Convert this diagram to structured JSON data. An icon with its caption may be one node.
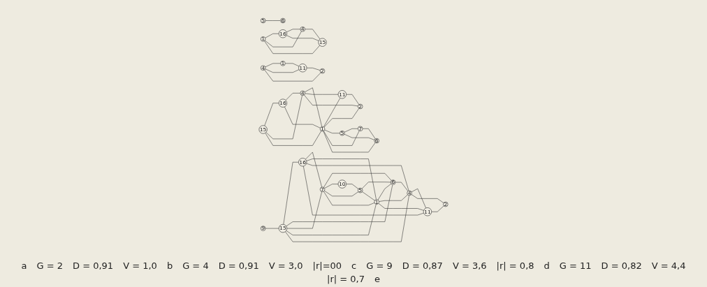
{
  "diagram": {
    "nodes": [
      {
        "text": [
          "5"
        ]
      },
      {
        "text": [
          "6"
        ]
      },
      {
        "text": [
          "1"
        ]
      },
      {
        "text": [
          "16"
        ]
      },
      {
        "text": [
          "4"
        ]
      },
      {
        "text": [
          "15"
        ]
      },
      {
        "text": [
          "15"
        ]
      },
      {
        "text": [
          "16"
        ]
      },
      {
        "text": [
          "4"
        ]
      },
      {
        "text": [
          "1"
        ]
      },
      {
        "text": [
          "11"
        ]
      },
      {
        "text": [
          "2"
        ]
      },
      {
        "text": [
          "5"
        ]
      },
      {
        "text": [
          "7"
        ]
      },
      {
        "text": [
          "6"
        ]
      },
      {
        "text": [
          "9"
        ]
      },
      {
        "text": [
          "15"
        ]
      },
      {
        "text": [
          "16"
        ]
      },
      {
        "text": [
          "6"
        ]
      },
      {
        "text": [
          "7"
        ]
      },
      {
        "text": [
          "4"
        ]
      },
      {
        "text": [
          "10"
        ]
      },
      {
        "text": [
          "5"
        ]
      },
      {
        "text": [
          "1"
        ]
      },
      {
        "text": [
          "11"
        ]
      },
      {
        "text": [
          "2"
        ]
      },
      {
        "text": [
          "4"
        ]
      },
      {
        "text": [
          "1"
        ]
      },
      {
        "text": [
          "11"
        ]
      },
      {
        "text": [
          "2"
        ]
      }
    ],
    "edges": [
      {
        "from": 0,
        "to": 1,
        "arrow": "none"
      },
      {
        "from": 2,
        "to": 3,
        "arrow": "none"
      },
      {
        "from": 2,
        "to": 4,
        "arrow": "none"
      },
      {
        "from": 2,
        "to": 5,
        "arrow": "none"
      },
      {
        "from": 3,
        "to": 4,
        "arrow": "none"
      },
      {
        "from": 3,
        "to": 5,
        "arrow": "none"
      },
      {
        "from": 4,
        "to": 5,
        "arrow": "none"
      },
      {
        "from": 6,
        "to": 7,
        "arrow": "none"
      },
      {
        "from": 6,
        "to": 8,
        "arrow": "none"
      },
      {
        "from": 7,
        "to": 8,
        "arrow": "none"
      },
      {
        "from": 6,
        "to": 9,
        "arrow": "none"
      },
      {
        "from": 7,
        "to": 9,
        "arrow": "none"
      },
      {
        "from": 8,
        "to": 9,
        "arrow": "none"
      },
      {
        "from": 8,
        "to": 10,
        "arrow": "none"
      },
      {
        "from": 8,
        "to": 11,
        "arrow": "none"
      },
      {
        "from": 9,
        "to": 10,
        "arrow": "none"
      },
      {
        "from": 9,
        "to": 11,
        "arrow": "none"
      },
      {
        "from": 10,
        "to": 11,
        "arrow": "none"
      },
      {
        "from": 9,
        "to": 12,
        "arrow": "none"
      },
      {
        "from": 9,
        "to": 13,
        "arrow": "none"
      },
      {
        "from": 9,
        "to": 14,
        "arrow": "none"
      },
      {
        "from": 12,
        "to": 13,
        "arrow": "none"
      },
      {
        "from": 12,
        "to": 14,
        "arrow": "none"
      },
      {
        "from": 13,
        "to": 14,
        "arrow": "none"
      },
      {
        "from": 15,
        "to": 16,
        "arrow": "none"
      },
      {
        "from": 16,
        "to": 17,
        "arrow": "none"
      },
      {
        "from": 16,
        "to": 18,
        "arrow": "none"
      },
      {
        "from": 16,
        "to": 19,
        "arrow": "none"
      },
      {
        "from": 16,
        "to": 23,
        "arrow": "none"
      },
      {
        "from": 16,
        "to": 20,
        "arrow": "none"
      },
      {
        "from": 17,
        "to": 19,
        "arrow": "none"
      },
      {
        "from": 17,
        "to": 23,
        "arrow": "none"
      },
      {
        "from": 17,
        "to": 20,
        "arrow": "none"
      },
      {
        "from": 17,
        "to": 24,
        "arrow": "none"
      },
      {
        "from": 19,
        "to": 18,
        "arrow": "none"
      },
      {
        "from": 19,
        "to": 21,
        "arrow": "none"
      },
      {
        "from": 19,
        "to": 22,
        "arrow": "none"
      },
      {
        "from": 19,
        "to": 23,
        "arrow": "none"
      },
      {
        "from": 22,
        "to": 18,
        "arrow": "none"
      },
      {
        "from": 21,
        "to": 22,
        "arrow": "none"
      },
      {
        "from": 22,
        "to": 23,
        "arrow": "none"
      },
      {
        "from": 23,
        "to": 18,
        "arrow": "none"
      },
      {
        "from": 23,
        "to": 20,
        "arrow": "none"
      },
      {
        "from": 23,
        "to": 24,
        "arrow": "none"
      },
      {
        "from": 18,
        "to": 20,
        "arrow": "none"
      },
      {
        "from": 20,
        "to": 24,
        "arrow": "none"
      },
      {
        "from": 20,
        "to": 25,
        "arrow": "none"
      },
      {
        "from": 24,
        "to": 25,
        "arrow": "none"
      },
      {
        "from": 26,
        "to": 27,
        "arrow": "none"
      },
      {
        "from": 26,
        "to": 28,
        "arrow": "none"
      },
      {
        "from": 26,
        "to": 29,
        "arrow": "none"
      },
      {
        "from": 27,
        "to": 28,
        "arrow": "none"
      },
      {
        "from": 28,
        "to": 29,
        "arrow": "none"
      }
    ],
    "labels": [
      "a",
      "G = 2",
      "D = 0,91",
      "V = 1,0",
      "b",
      "G = 4",
      "D = 0,91",
      "V = 3,0",
      "|r|=00",
      "c",
      "G = 9",
      "D = 0,87",
      "V = 3,6",
      "|r| = 0,8",
      "d",
      "G = 11",
      "D = 0,82",
      "V = 4,4",
      "|r| = 0,7",
      "e"
    ]
  }
}
